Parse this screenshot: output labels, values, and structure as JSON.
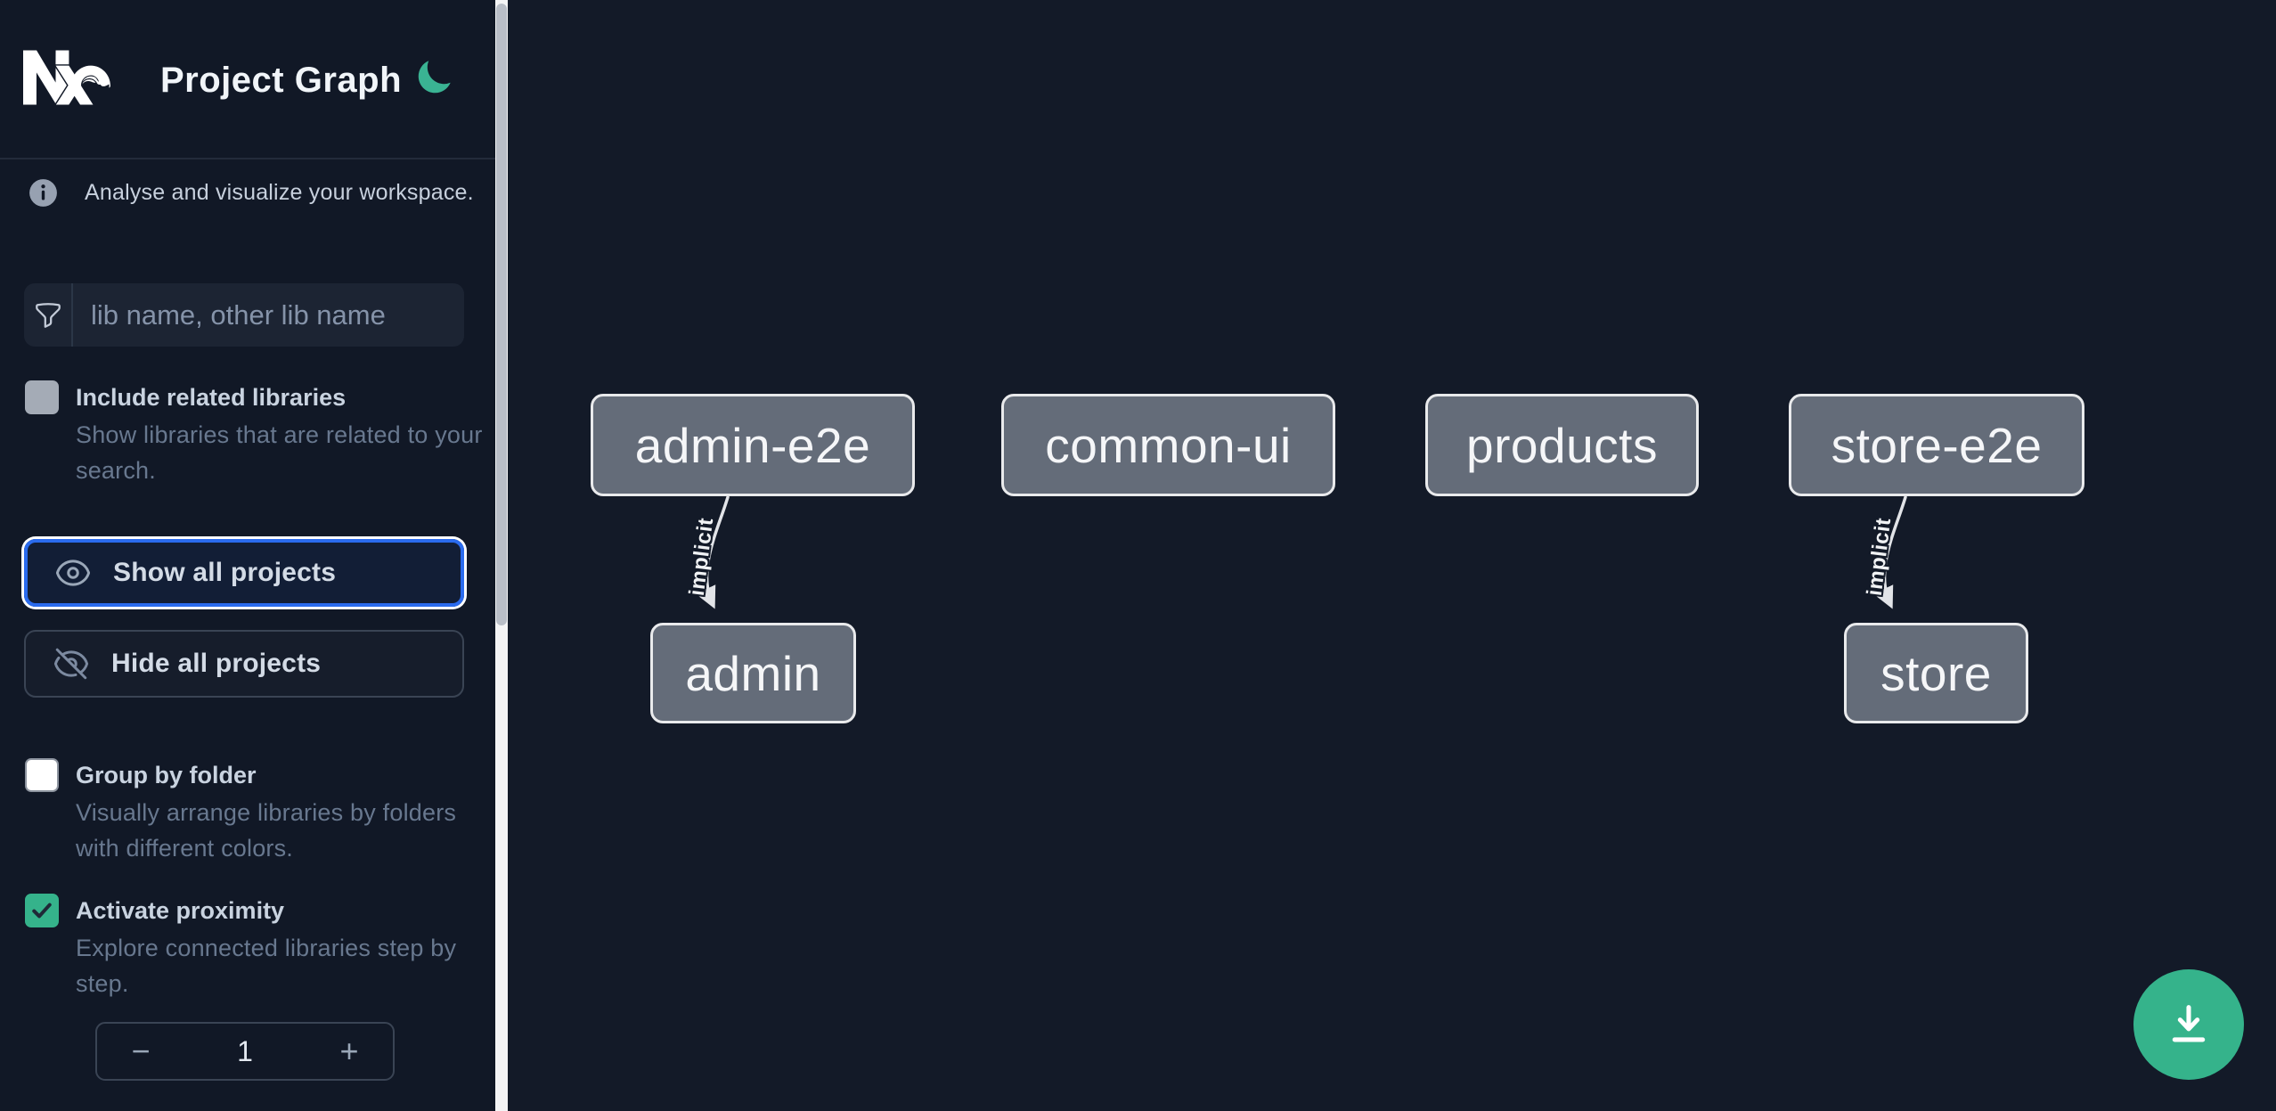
{
  "app": {
    "title": "Project Graph"
  },
  "sidebar": {
    "tagline": "Analyse and visualize your workspace.",
    "search": {
      "placeholder": "lib name, other lib name",
      "value": ""
    },
    "include_related": {
      "label": "Include related libraries",
      "description": "Show libraries that are related to your search.",
      "checked": false
    },
    "show_all_label": "Show all projects",
    "hide_all_label": "Hide all projects",
    "group_by_folder": {
      "label": "Group by folder",
      "description": "Visually arrange libraries by folders with different colors.",
      "checked": false
    },
    "proximity": {
      "label": "Activate proximity",
      "description": "Explore connected libraries step by step.",
      "checked": true,
      "stepper": {
        "decrement": "−",
        "value": "1",
        "increment": "+"
      }
    }
  },
  "graph": {
    "nodes": [
      {
        "label": "admin-e2e"
      },
      {
        "label": "common-ui"
      },
      {
        "label": "products"
      },
      {
        "label": "store-e2e"
      },
      {
        "label": "admin"
      },
      {
        "label": "store"
      }
    ],
    "edges": [
      {
        "source": "admin-e2e",
        "target": "admin",
        "label": "implicit"
      },
      {
        "source": "store-e2e",
        "target": "store",
        "label": "implicit"
      }
    ]
  },
  "icons": {
    "logo": "nx-logo",
    "theme": "moon-icon",
    "info": "info-icon",
    "filter": "funnel-icon",
    "show": "eye-icon",
    "hide": "eye-slash-icon",
    "fab": "download-icon"
  },
  "colors": {
    "accent_teal": "#35b38b",
    "focus_blue": "#2a6bee",
    "sidebar_bg": "#111826",
    "canvas_bg": "#131a28",
    "node_fill": "#646c79",
    "node_border": "#e9eaec",
    "muted_text": "#68788f",
    "label_text": "#c9d3e0"
  }
}
